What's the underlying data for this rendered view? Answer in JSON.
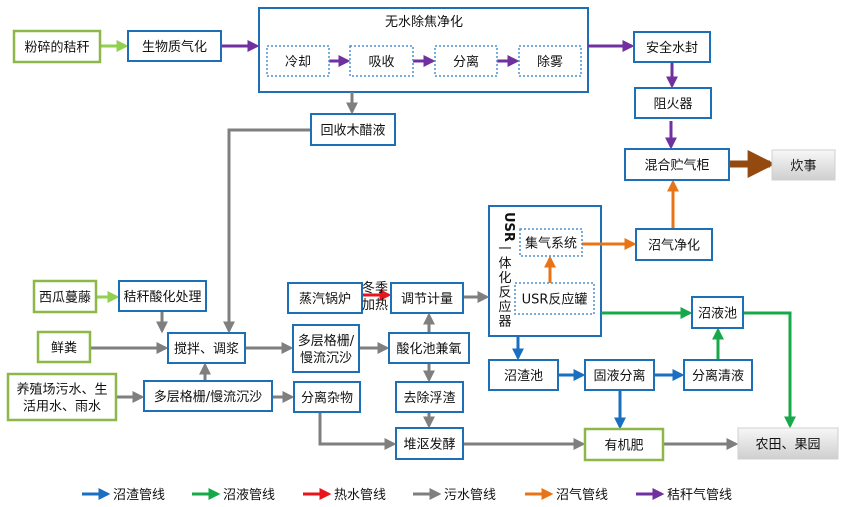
{
  "title_group": "无水除焦净化",
  "usr_group": "USR一体化反应器",
  "winter_heating": [
    "冬季",
    "加热"
  ],
  "nodes": {
    "straw": [
      "粉碎的秸秆"
    ],
    "gasify": [
      "生物质气化"
    ],
    "cool": [
      "冷却"
    ],
    "absorb": [
      "吸收"
    ],
    "separate": [
      "分离"
    ],
    "demist": [
      "除雾"
    ],
    "vinegar": [
      "回收木醋液"
    ],
    "waterseal": [
      "安全水封"
    ],
    "arrester": [
      "阻火器"
    ],
    "gasholder": [
      "混合贮气柜"
    ],
    "cooking": [
      "炊事"
    ],
    "gascollect": [
      "集气系统"
    ],
    "usrtank": [
      "USR反应罐"
    ],
    "biogasclean": [
      "沼气净化"
    ],
    "vine": [
      "西瓜蔓藤"
    ],
    "acidify_straw": [
      "秸秆酸化处理"
    ],
    "boiler": [
      "蒸汽锅炉"
    ],
    "metering": [
      "调节计量"
    ],
    "manure": [
      "鲜粪"
    ],
    "mixing": [
      "搅拌、调浆"
    ],
    "grille2": [
      "多层格栅/",
      "慢流沉沙"
    ],
    "acidpool": [
      "酸化池兼氧"
    ],
    "sewage": [
      "养殖场污水、生",
      "活用水、雨水"
    ],
    "grille1": [
      "多层格栅/慢流沉沙"
    ],
    "debris": [
      "分离杂物"
    ],
    "scum": [
      "去除浮渣"
    ],
    "compost": [
      "堆沤发酵"
    ],
    "residuepool": [
      "沼渣池"
    ],
    "solidliquid": [
      "固液分离"
    ],
    "clearliquid": [
      "分离清液"
    ],
    "slurrypool": [
      "沼液池"
    ],
    "fertilizer": [
      "有机肥"
    ],
    "farmland": [
      "农田、果园"
    ]
  },
  "legend": [
    {
      "label": "沼渣管线",
      "color": "#1a6fc0"
    },
    {
      "label": "沼液管线",
      "color": "#17a84a"
    },
    {
      "label": "热水管线",
      "color": "#e8141a"
    },
    {
      "label": "污水管线",
      "color": "#7f7f7f"
    },
    {
      "label": "沼气管线",
      "color": "#e87417"
    },
    {
      "label": "秸秆气管线",
      "color": "#7030a0"
    }
  ],
  "colors": {
    "box_border": "#1f6fb8",
    "source_border": "#8db849",
    "straw_feed": "#92d050",
    "cooking_feed": "#944a0e"
  }
}
